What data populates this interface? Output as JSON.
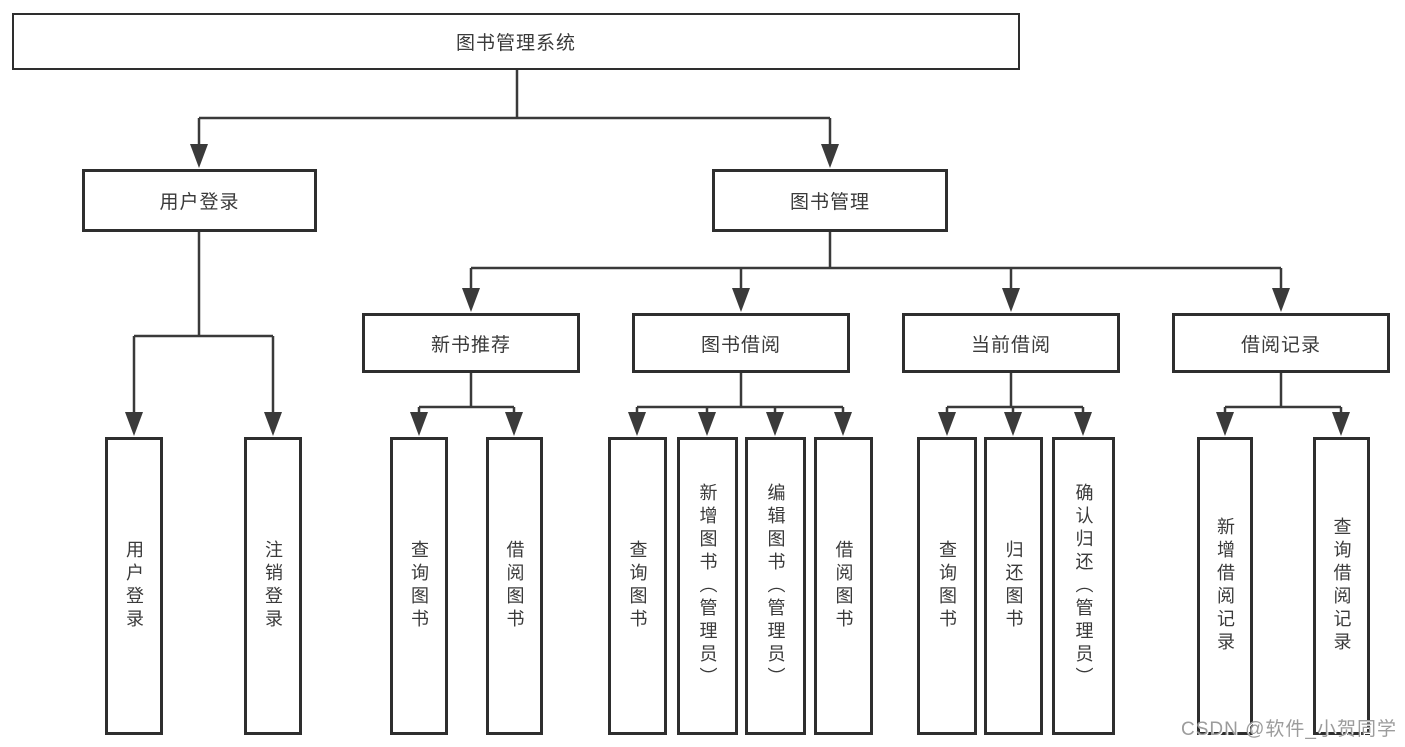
{
  "root": {
    "label": "图书管理系统"
  },
  "level2": {
    "user_login": {
      "label": "用户登录",
      "children": {
        "login": "用户登录",
        "logout": "注销登录"
      }
    },
    "book_mgmt": {
      "label": "图书管理"
    }
  },
  "level3": {
    "new_books": {
      "label": "新书推荐",
      "children": {
        "query": "查询图书",
        "borrow": "借阅图书"
      }
    },
    "book_borrow": {
      "label": "图书借阅",
      "children": {
        "query": "查询图书",
        "add": "新增图书（管理员）",
        "edit": "编辑图书（管理员）",
        "borrow": "借阅图书"
      }
    },
    "current_borrow": {
      "label": "当前借阅",
      "children": {
        "query": "查询图书",
        "return": "归还图书",
        "confirm": "确认归还（管理员）"
      }
    },
    "borrow_records": {
      "label": "借阅记录",
      "children": {
        "add": "新增借阅记录",
        "query": "查询借阅记录"
      }
    }
  },
  "watermark": "CSDN @软件_小贺同学",
  "colors": {
    "box_border": "#2e2e2e",
    "connector_line": "#3a3a3a",
    "text": "#3a3a3a",
    "watermark_text": "#9c9c9c",
    "background": "#ffffff"
  }
}
